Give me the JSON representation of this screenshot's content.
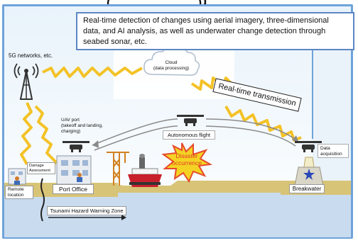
{
  "header": {
    "cropped_title": "(                          )】",
    "description": "Real-time detection of changes using aerial imagery, three-dimensional data, and AI analysis, as well as underwater change detection through seabed sonar, etc."
  },
  "labels": {
    "networks": "5G networks, etc.",
    "cloud": "Cloud\n(data processing)",
    "realtime_transmission": "Real-time transmission",
    "uav_port": "UAV port\n(takeoff and landing,\ncharging)",
    "autonomous_flight": "Autonomous flight",
    "data_acquisition": "Data\nacquisition",
    "disaster": "Disaster\noccurrence",
    "damage_assessment": "Damage\nAssessment",
    "port_office": "Port Office",
    "breakwater": "Breakwater",
    "remote_location": "Remote\nlocation",
    "tsunami_zone": "Tsunami Hazard Warning Zone"
  },
  "colors": {
    "frame_border": "#6ea3da",
    "sea": "#c9dbef",
    "ground": "#d8c477",
    "lightning": "#f4c227",
    "explosion": "#e64b2b",
    "wire": "#e8a51a"
  },
  "icons": [
    "antenna-tower-icon",
    "cloud-icon",
    "drone-icon",
    "lightning-icon",
    "building-icon",
    "crane-icon",
    "ship-icon",
    "lighthouse-icon",
    "explosion-icon",
    "person-icon"
  ]
}
